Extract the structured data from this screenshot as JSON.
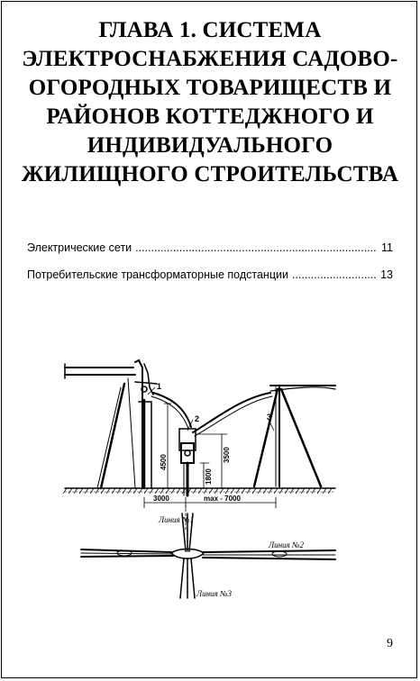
{
  "chapter": {
    "title_lines": [
      "ГЛАВА 1. СИСТЕМА",
      "ЭЛЕКТРОСНАБЖЕНИЯ САДОВО-",
      "ОГОРОДНЫХ ТОВАРИЩЕСТВ И",
      "РАЙОНОВ КОТТЕДЖНОГО И",
      "ИНДИВИДУАЛЬНОГО",
      "ЖИЛИЩНОГО СТРОИТЕЛЬСТВА"
    ]
  },
  "toc": {
    "items": [
      {
        "label": "Электрические сети",
        "page": "11"
      },
      {
        "label": "Потребительские трансформаторные подстанции",
        "page": "13"
      }
    ]
  },
  "figure": {
    "callouts": [
      "1",
      "2",
      "3"
    ],
    "dimensions": {
      "d4500": "4500",
      "d3500": "3500",
      "d1800": "1800",
      "d3000": "3000",
      "dmax": "max - 7000"
    },
    "lines": {
      "line1": "Линия №1",
      "line2": "Линия №2",
      "line3": "Линия №3"
    }
  },
  "page_number": "9"
}
